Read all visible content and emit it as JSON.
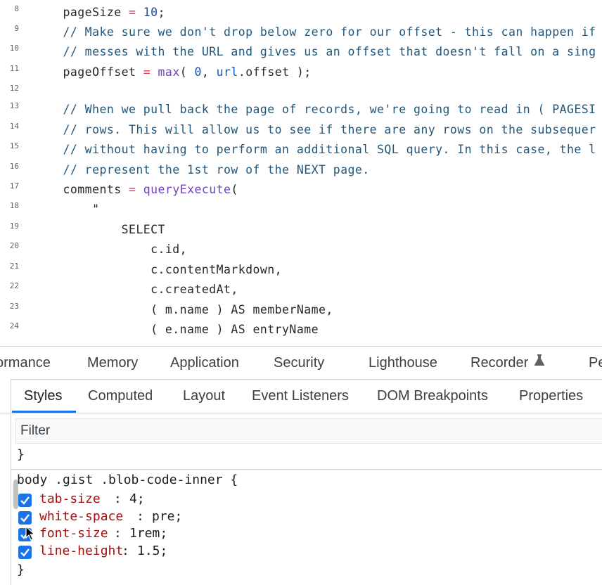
{
  "code": {
    "lines": [
      {
        "n": "8",
        "tokens": [
          {
            "t": "    pageSize "
          },
          {
            "t": "=",
            "c": "op"
          },
          {
            "t": " "
          },
          {
            "t": "10",
            "c": "nm"
          },
          {
            "t": ";"
          }
        ]
      },
      {
        "n": "9",
        "tokens": [
          {
            "t": "    // Make sure we don't drop below zero for our offset - this can happen if",
            "c": "cm"
          }
        ]
      },
      {
        "n": "10",
        "tokens": [
          {
            "t": "    // messes with the URL and gives us an offset that doesn't fall on a sing",
            "c": "cm"
          }
        ]
      },
      {
        "n": "11",
        "tokens": [
          {
            "t": "    pageOffset "
          },
          {
            "t": "=",
            "c": "op"
          },
          {
            "t": " "
          },
          {
            "t": "max",
            "c": "fn"
          },
          {
            "t": "( "
          },
          {
            "t": "0",
            "c": "nm"
          },
          {
            "t": ", "
          },
          {
            "t": "url",
            "c": "id"
          },
          {
            "t": ".offset );"
          }
        ]
      },
      {
        "n": "12",
        "tokens": [
          {
            "t": ""
          }
        ]
      },
      {
        "n": "13",
        "tokens": [
          {
            "t": "    // When we pull back the page of records, we're going to read in ( PAGESI",
            "c": "cm"
          }
        ]
      },
      {
        "n": "14",
        "tokens": [
          {
            "t": "    // rows. This will allow us to see if there are any rows on the subsequer",
            "c": "cm"
          }
        ]
      },
      {
        "n": "15",
        "tokens": [
          {
            "t": "    // without having to perform an additional SQL query. In this case, the l",
            "c": "cm"
          }
        ]
      },
      {
        "n": "16",
        "tokens": [
          {
            "t": "    // represent the 1st row of the NEXT page.",
            "c": "cm"
          }
        ]
      },
      {
        "n": "17",
        "tokens": [
          {
            "t": "    comments "
          },
          {
            "t": "=",
            "c": "op"
          },
          {
            "t": " "
          },
          {
            "t": "queryExecute",
            "c": "fn"
          },
          {
            "t": "("
          }
        ]
      },
      {
        "n": "18",
        "tokens": [
          {
            "t": "        \""
          }
        ]
      },
      {
        "n": "19",
        "tokens": [
          {
            "t": "            SELECT"
          }
        ]
      },
      {
        "n": "20",
        "tokens": [
          {
            "t": "                c.id,"
          }
        ]
      },
      {
        "n": "21",
        "tokens": [
          {
            "t": "                c.contentMarkdown,"
          }
        ]
      },
      {
        "n": "22",
        "tokens": [
          {
            "t": "                c.createdAt,"
          }
        ]
      },
      {
        "n": "23",
        "tokens": [
          {
            "t": "                ( m.name ) AS memberName,"
          }
        ]
      },
      {
        "n": "24",
        "tokens": [
          {
            "t": "                ( e.name ) AS entryName"
          }
        ]
      }
    ]
  },
  "devtools": {
    "main_tabs": [
      "ormance",
      "Memory",
      "Application",
      "Security",
      "Lighthouse",
      "Recorder",
      "Pe"
    ],
    "recorder_icon": "flask-icon",
    "sub_tabs": [
      "Styles",
      "Computed",
      "Layout",
      "Event Listeners",
      "DOM Breakpoints",
      "Properties"
    ],
    "active_sub_tab": "Styles",
    "filter_placeholder": "Filter",
    "prev_rule_close": "}",
    "rule": {
      "selector": "body .gist .blob-code-inner {",
      "declarations": [
        {
          "prop": "tab-size",
          "value": "4;",
          "checked": true
        },
        {
          "prop": "white-space",
          "value": "pre;",
          "checked": true
        },
        {
          "prop": "font-size",
          "value": "1rem;",
          "checked": true
        },
        {
          "prop": "line-height",
          "value": "1.5;",
          "checked": true
        }
      ],
      "close": "}"
    },
    "colors": {
      "accent": "#1a73e8",
      "property": "#a50e0e",
      "comment": "#22577a"
    }
  }
}
